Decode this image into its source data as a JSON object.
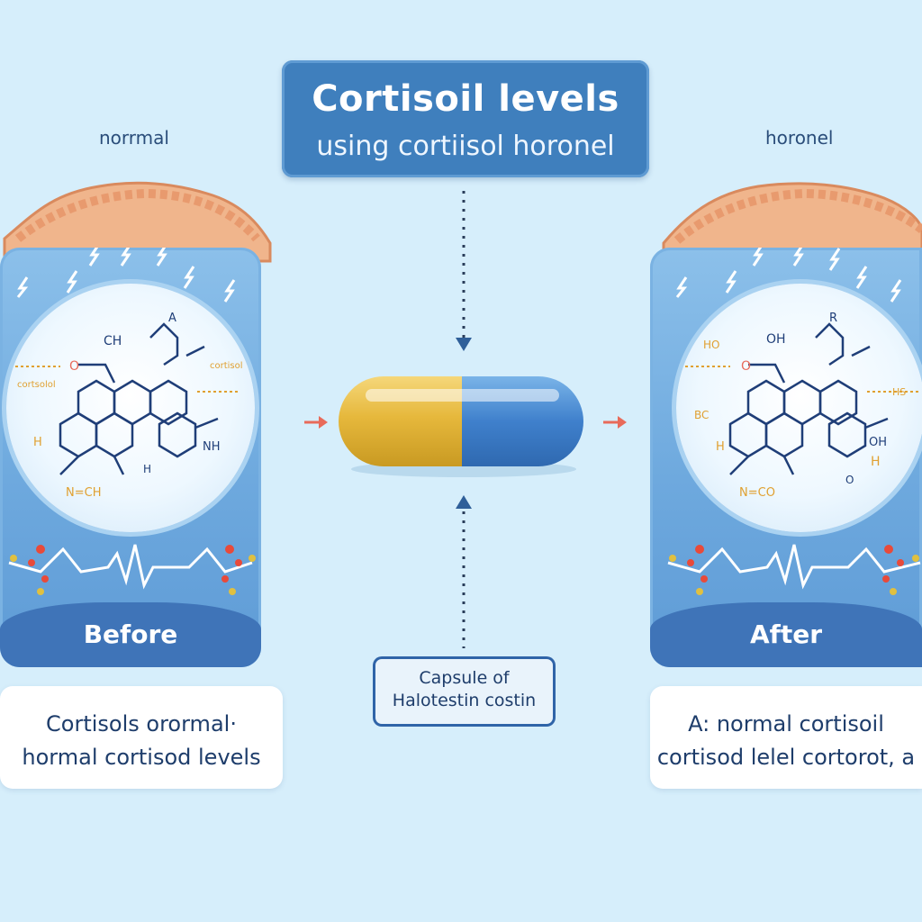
{
  "title": {
    "main": "Cortisoil levels",
    "sub": "using cortiisol horonel"
  },
  "left": {
    "top_label": "norrmal",
    "panel_label": "Before",
    "caption_line1": "Cortisols orormal·",
    "caption_line2": "hormal cortisod levels",
    "molecule_labels": [
      "CH",
      "A",
      "O",
      "cortisol",
      "cortsolol",
      "H",
      "NH",
      "H",
      "N=CH"
    ]
  },
  "right": {
    "top_label": "horonel",
    "panel_label": "After",
    "caption_line1": "A: normal cortisoil",
    "caption_line2": "cortisod lelel cortorot, a",
    "molecule_labels": [
      "OH",
      "R",
      "O",
      "HO",
      "BC",
      "H",
      "OH",
      "H",
      "N=CO",
      "O",
      "HS"
    ]
  },
  "capsule": {
    "label_line1": "Capsule of",
    "label_line2": "Halotestin costin"
  },
  "colors": {
    "background": "#d6eefb",
    "title_box": "#3f7fbd",
    "panel": "#6ea9de",
    "panel_bottom": "#3f74b8",
    "capsule_yellow": "#e6b83c",
    "capsule_blue": "#3f80cc",
    "molecule_stroke": "#1f3e78",
    "orange_accent": "#e0a030",
    "arrow_red": "#e86a5a",
    "tissue": "#e8a57a"
  }
}
